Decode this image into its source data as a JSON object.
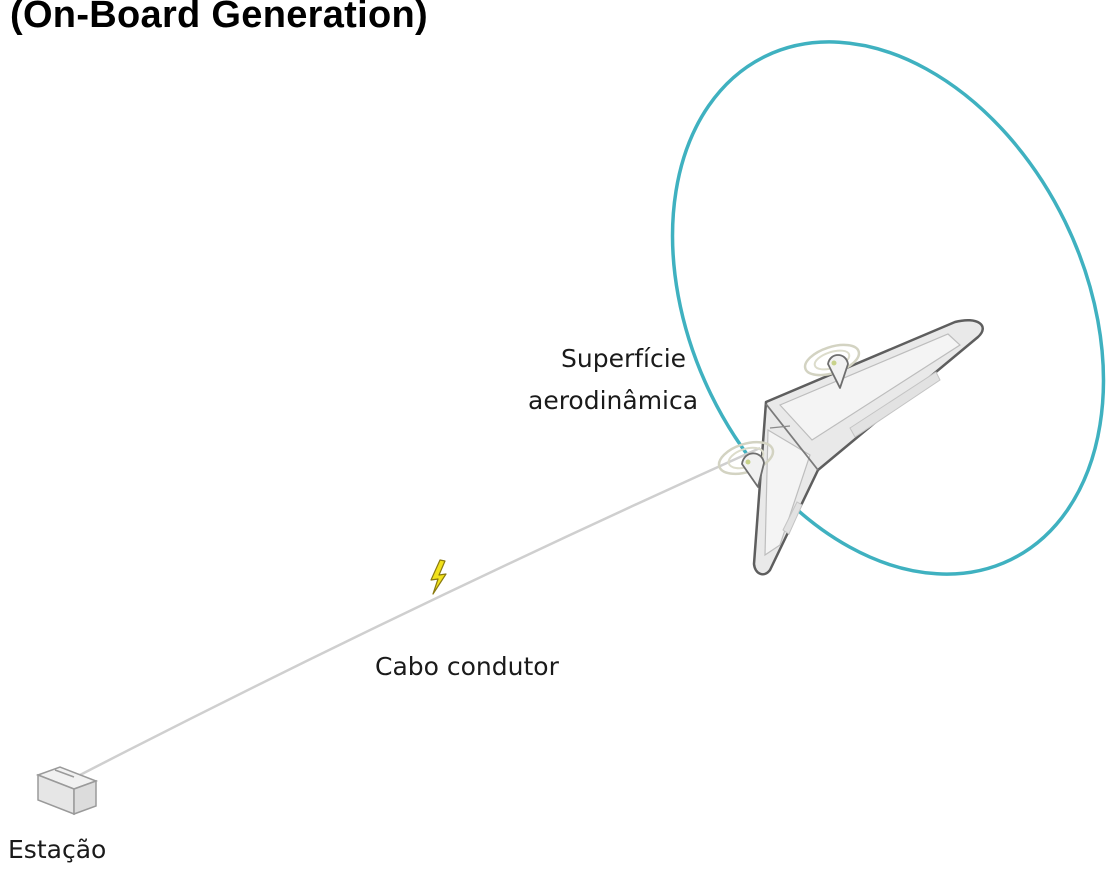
{
  "title": "(On-Board Generation)",
  "labels": {
    "aerofoil_line1": "Superfície",
    "aerofoil_line2": "aerodinâmica",
    "cable": "Cabo condutor",
    "station": "Estação"
  },
  "colors": {
    "flight_path": "#3fb1c0",
    "cable": "#c9c9c9",
    "wing_fill": "#e9e9e9",
    "wing_stroke": "#6a6a6a",
    "lightning": "#f2e21a"
  },
  "icons": [
    "lightning-icon",
    "rotor-icon",
    "station-box-icon"
  ]
}
